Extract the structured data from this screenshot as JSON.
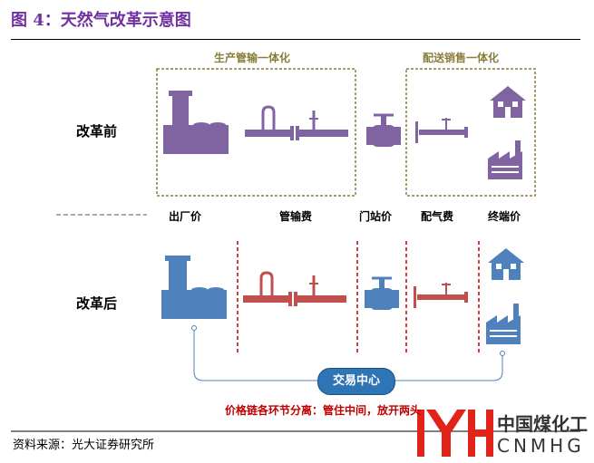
{
  "title": "图 4：天然气改革示意图",
  "groups": {
    "production_transport": "生产管输一体化",
    "distribution_sales": "配送销售一体化"
  },
  "rows": {
    "before": "改革前",
    "after": "改革后"
  },
  "stages": {
    "ex_factory": "出厂价",
    "pipeline_fee": "管输费",
    "gate_price": "门站价",
    "distribution_fee": "配气费",
    "end_price": "终端价"
  },
  "hub": "交易中心",
  "note": "价格链各环节分离：管住中间，放开两头",
  "source": "资料来源：光大证券研究所",
  "logo": {
    "cn": "中国煤化工",
    "en": "CNMHG"
  },
  "colors": {
    "title": "#7030a0",
    "before_icons": "#8064a2",
    "after_plant": "#4f81bd",
    "after_pipe": "#c0504d",
    "hub": "#2e75b6",
    "divider": "#c00000",
    "group_border": "#8b7d3a"
  }
}
